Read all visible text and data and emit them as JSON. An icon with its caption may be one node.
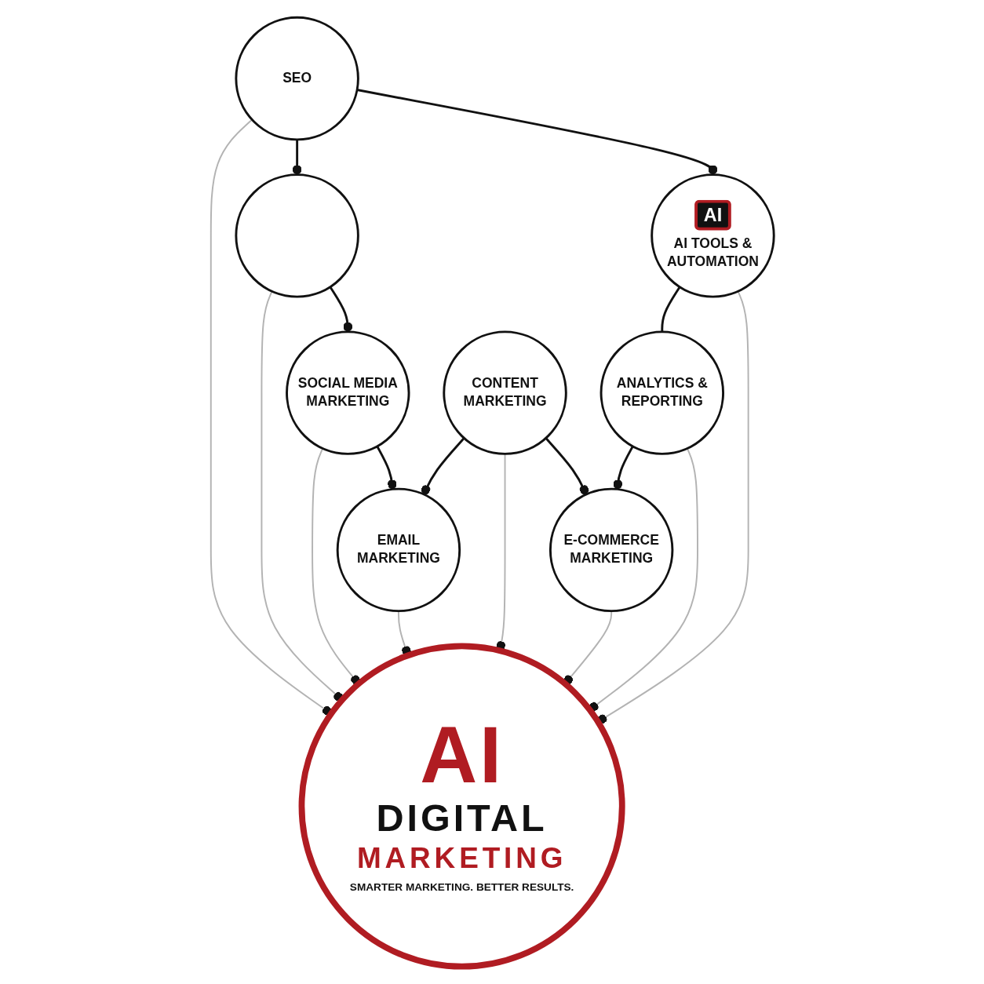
{
  "diagram": {
    "nodes": [
      {
        "text": [
          "AI",
          "DIGITAL",
          "MARKETING",
          "SMARTER MARKETING. BETTER RESULTS."
        ]
      },
      {
        "text": [
          "SEO"
        ]
      },
      {
        "text": [],
        "shape": "circle"
      },
      {
        "text": [
          "SOCIAL MEDIA MARKETING"
        ]
      },
      {
        "text": [
          "EMAIL MARKETING"
        ]
      },
      {
        "text": [
          "CONTENT MARKETING"
        ]
      },
      {
        "text": [
          "E-COMMERCE MARKETING"
        ]
      },
      {
        "text": [
          "ANALYTICS & REPORTING"
        ]
      },
      {
        "text": [
          "AI",
          "AI TOOLS & AUTOMATION"
        ]
      }
    ],
    "edges": [
      {
        "from": 1,
        "to": 2,
        "arrow": "other"
      },
      {
        "from": 2,
        "to": 3,
        "arrow": "other"
      },
      {
        "from": 3,
        "to": 4,
        "arrow": "other"
      },
      {
        "from": 5,
        "to": 4,
        "arrow": "other"
      },
      {
        "from": 5,
        "to": 6,
        "arrow": "other"
      },
      {
        "from": 7,
        "to": 6,
        "arrow": "other"
      },
      {
        "from": 8,
        "to": 7,
        "arrow": "none"
      },
      {
        "from": 1,
        "to": 8,
        "arrow": "other"
      },
      {
        "from": 1,
        "to": 0,
        "arrow": "other",
        "color": "#b3b3b3"
      },
      {
        "from": 2,
        "to": 0,
        "arrow": "other",
        "color": "#b3b3b3"
      },
      {
        "from": 3,
        "to": 0,
        "arrow": "other",
        "color": "#b3b3b3"
      },
      {
        "from": 4,
        "to": 0,
        "arrow": "other",
        "color": "#b3b3b3"
      },
      {
        "from": 5,
        "to": 0,
        "arrow": "other",
        "color": "#b3b3b3"
      },
      {
        "from": 6,
        "to": 0,
        "arrow": "other",
        "color": "#b3b3b3"
      },
      {
        "from": 7,
        "to": 0,
        "arrow": "other",
        "color": "#b3b3b3"
      },
      {
        "from": 8,
        "to": 0,
        "arrow": "other",
        "color": "#b3b3b3"
      }
    ]
  }
}
